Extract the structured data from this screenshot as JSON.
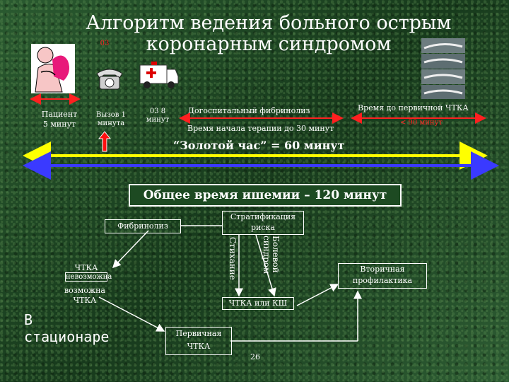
{
  "title": {
    "line1": "Алгоритм ведения больного острым",
    "line2": "коронарным синдромом"
  },
  "icon_small_label": "03",
  "timeline": {
    "patient": "Пациент 5 минут",
    "call": "Вызов 1 минута",
    "ambulance": "03 8 минут",
    "prehospital": "Догоспитальный фибринолиз",
    "therapy_start": "Время начала терапии до 30 минут",
    "ptca_time": "Время до первичной ЧТКА",
    "ptca_minutes": "< 90 минут",
    "golden_hour": "“Золотой час” = 60 минут",
    "total_ischemia": "Общее время ишемии – 120 минут"
  },
  "flow": {
    "fibrinolysis": "Фибринолиз",
    "stratification": "Стратификация риска",
    "calm": "Стихание",
    "pain": "Болевой синдром",
    "ptca_impossible_1": "ЧТКА",
    "ptca_impossible_2": "невозможна",
    "ptca_possible": "возможна ЧТКА",
    "secondary": "Вторичная профилактика",
    "ptca_or_cabg": "ЧТКА или КШ",
    "primary_ptca": "Первичная ЧТКА",
    "hospital_1": "В",
    "hospital_2": "стационаре"
  },
  "page_number": "26",
  "colors": {
    "arrow_red": "#ff2020",
    "arrow_yellow": "#ffff00",
    "arrow_blue": "#3a3aff",
    "text": "#ffffff"
  }
}
